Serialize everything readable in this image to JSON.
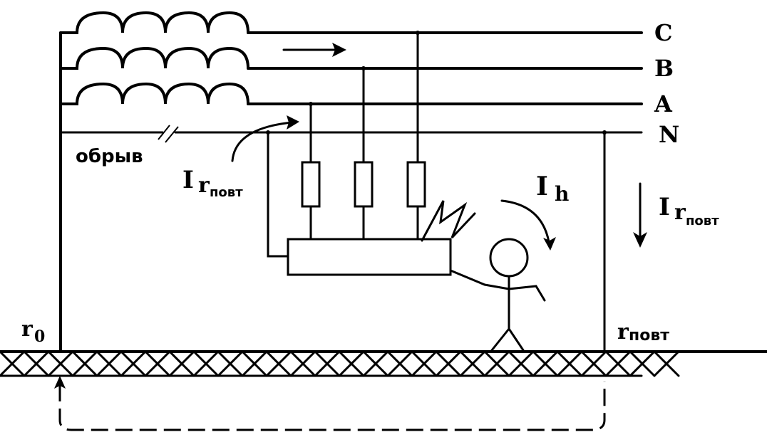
{
  "phases": {
    "c": "C",
    "b": "B",
    "a": "A",
    "n": "N"
  },
  "labels": {
    "break": "обрыв",
    "current_repeat": "I",
    "current_repeat_sub": "r",
    "current_repeat_subsub": "повт",
    "current_human": "I",
    "current_human_sub": "h",
    "current_right": "I",
    "current_right_sub": "r",
    "current_right_subsub": "повт",
    "r0": "r",
    "r0_sub": "0",
    "r_repeat": "r",
    "r_repeat_sub": "повт"
  }
}
